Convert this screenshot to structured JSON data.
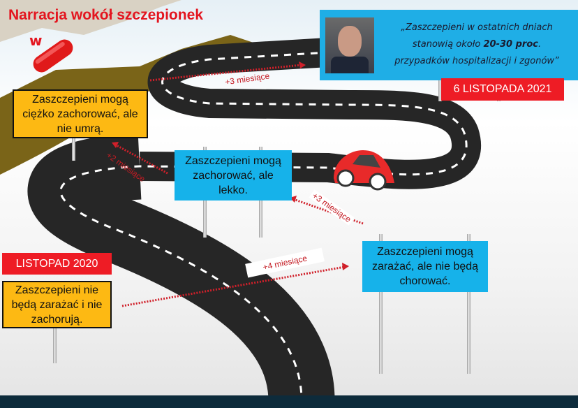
{
  "title": "Narracja wokół szczepionek",
  "title_suffix": "w",
  "quote": {
    "line1": "„Zaszczepieni w ostatnich dniach",
    "line2_pre": "stanowią około ",
    "line2_bold": "20-30 proc",
    "line2_post": ".",
    "line3": "przypadków hospitalizacji i zgonów”",
    "date": "6 LISTOPADA 2021"
  },
  "signs": {
    "s1": "Zaszczepieni mogą ciężko zachorować, ale nie umrą.",
    "s2": "Zaszczepieni mogą zachorować, ale lekko.",
    "s3": "Zaszczepieni mogą zarażać, ale nie będą chorować.",
    "s4": "Zaszczepieni nie będą zarażać i nie zachorują.",
    "start_date": "LISTOPAD 2020"
  },
  "intervals": {
    "a": "+4 miesiące",
    "b": "+3 miesiące",
    "c": "+2 miesiące",
    "d": "+3 miesiące"
  },
  "colors": {
    "red": "#ee1c25",
    "orange": "#fdb913",
    "blue": "#16b2ea",
    "road": "#262626"
  }
}
